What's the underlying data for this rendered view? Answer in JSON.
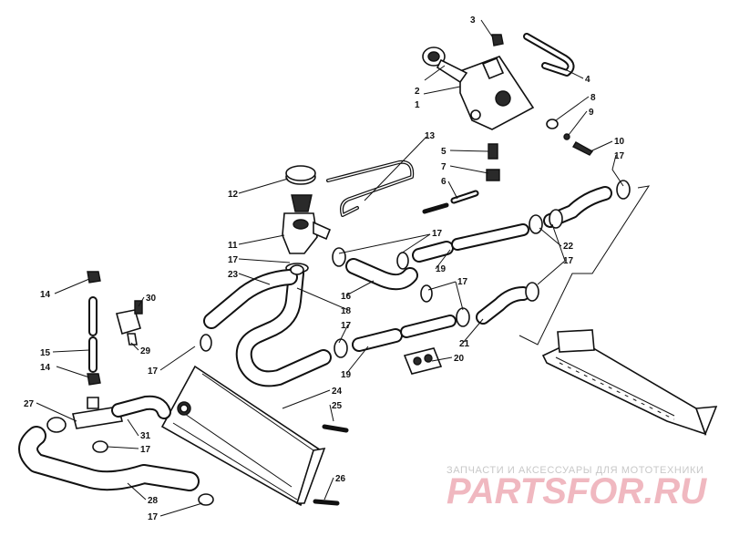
{
  "callouts": [
    {
      "text": "1"
    },
    {
      "text": "2"
    },
    {
      "text": "3"
    },
    {
      "text": "4"
    },
    {
      "text": "8"
    },
    {
      "text": "9"
    },
    {
      "text": "10"
    },
    {
      "text": "17"
    },
    {
      "text": "13"
    },
    {
      "text": "5"
    },
    {
      "text": "7"
    },
    {
      "text": "6"
    },
    {
      "text": "12"
    },
    {
      "text": "11"
    },
    {
      "text": "17"
    },
    {
      "text": "23"
    },
    {
      "text": "17"
    },
    {
      "text": "19"
    },
    {
      "text": "22"
    },
    {
      "text": "17"
    },
    {
      "text": "16"
    },
    {
      "text": "17"
    },
    {
      "text": "18"
    },
    {
      "text": "17"
    },
    {
      "text": "21"
    },
    {
      "text": "19"
    },
    {
      "text": "20"
    },
    {
      "text": "14"
    },
    {
      "text": "30"
    },
    {
      "text": "15"
    },
    {
      "text": "29"
    },
    {
      "text": "14"
    },
    {
      "text": "17"
    },
    {
      "text": "24"
    },
    {
      "text": "25"
    },
    {
      "text": "27"
    },
    {
      "text": "31"
    },
    {
      "text": "17"
    },
    {
      "text": "26"
    },
    {
      "text": "28"
    },
    {
      "text": "17"
    }
  ],
  "watermark": {
    "subtitle": "ЗАПЧАСТИ И АКСЕССУАРЫ ДЛЯ МОТОТЕХНИКИ",
    "brand": "PARTSFOR.RU"
  }
}
